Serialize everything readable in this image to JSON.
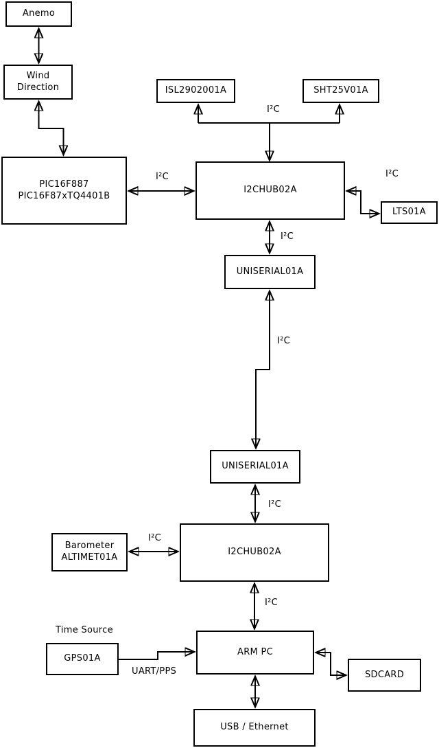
{
  "diagram": {
    "boxes": {
      "anemo": {
        "lines": [
          "Anemo"
        ]
      },
      "wind_direction": {
        "lines": [
          "Wind",
          "Direction"
        ]
      },
      "pic": {
        "lines": [
          "PIC16F887",
          "PIC16F87xTQ4401B"
        ]
      },
      "isl": {
        "lines": [
          "ISL2902001A"
        ]
      },
      "sht": {
        "lines": [
          "SHT25V01A"
        ]
      },
      "hub1": {
        "lines": [
          "I2CHUB02A"
        ]
      },
      "lts": {
        "lines": [
          "LTS01A"
        ]
      },
      "uniserial1": {
        "lines": [
          "UNISERIAL01A"
        ]
      },
      "uniserial2": {
        "lines": [
          "UNISERIAL01A"
        ]
      },
      "barometer": {
        "lines": [
          "Barometer",
          "ALTIMET01A"
        ]
      },
      "hub2": {
        "lines": [
          "I2CHUB02A"
        ]
      },
      "gps": {
        "lines": [
          "GPS01A"
        ]
      },
      "arm_pc": {
        "lines": [
          "ARM PC"
        ]
      },
      "sdcard": {
        "lines": [
          "SDCARD"
        ]
      },
      "usb_ethernet": {
        "lines": [
          "USB / Ethernet"
        ]
      }
    },
    "labels": {
      "i2c_pic_hub1": "I²C",
      "i2c_sensors_hub1": "I²C",
      "i2c_hub1_lts": "I²C",
      "i2c_hub1_uniserial1": "I²C",
      "i2c_uniserial_link": "I²C",
      "i2c_uniserial2_hub2": "I²C",
      "i2c_barometer_hub2": "I²C",
      "i2c_hub2_armpc": "I²C",
      "time_source": "Time Source",
      "uart_pps": "UART/PPS"
    },
    "colors": {
      "line": "#000000",
      "box_fill": "#ffffff",
      "background": "#ffffff",
      "text": "#000000"
    }
  }
}
